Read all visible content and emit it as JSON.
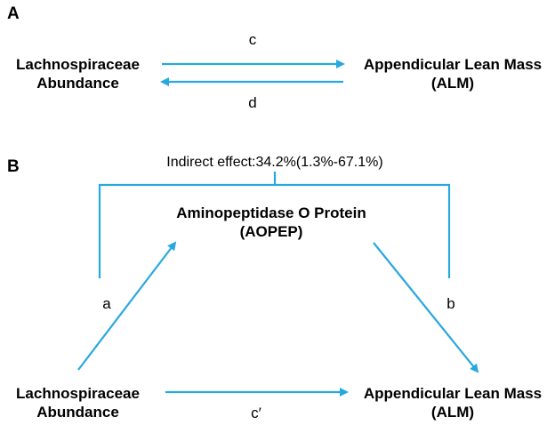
{
  "colors": {
    "arrow": "#29a8df",
    "text": "#000000",
    "background": "#ffffff"
  },
  "panel_a": {
    "label": "A",
    "source": {
      "line1": "Lachnospiraceae",
      "line2": "Abundance"
    },
    "target": {
      "line1": "Appendicular Lean Mass",
      "line2": "(ALM)"
    },
    "edge_forward_label": "c",
    "edge_backward_label": "d"
  },
  "panel_b": {
    "label": "B",
    "indirect_effect_label": "Indirect effect:34.2%(1.3%-67.1%)",
    "mediator": {
      "line1": "Aminopeptidase O Protein",
      "line2": "(AOPEP)"
    },
    "source": {
      "line1": "Lachnospiraceae",
      "line2": "Abundance"
    },
    "target": {
      "line1": "Appendicular Lean Mass",
      "line2": "(ALM)"
    },
    "edge_a_label": "a",
    "edge_b_label": "b",
    "edge_direct_label": "c′"
  }
}
